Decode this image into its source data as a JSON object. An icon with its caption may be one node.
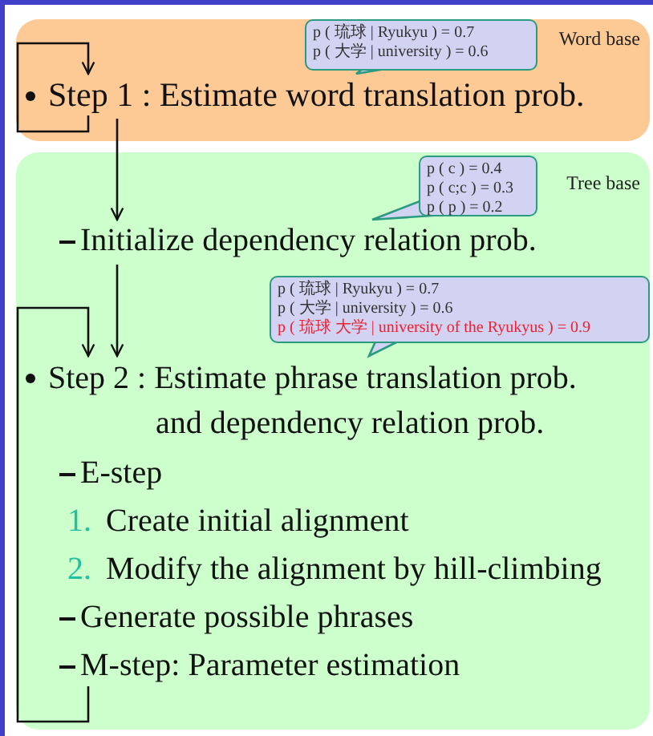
{
  "diagram": {
    "nodes": [
      {
        "text": [
          "Word base"
        ]
      },
      {
        "text": [
          "Step 1 : Estimate word translation prob."
        ],
        "in": 0
      },
      {
        "text": [
          "p ( 琉球 | Ryukyu ) = 0.7",
          "p ( 大学 | university ) = 0.6"
        ],
        "in": 0
      },
      {
        "text": [
          "Tree base"
        ]
      },
      {
        "text": [
          "Initialize dependency relation prob."
        ],
        "in": 3
      },
      {
        "text": [
          "p ( c ) = 0.4",
          "p ( c;c ) = 0.3",
          "p ( p ) = 0.2"
        ],
        "in": 3
      },
      {
        "text": [
          "p ( 琉球 | Ryukyu ) = 0.7",
          "p ( 大学 | university ) = 0.6",
          "p ( 琉球 大学 | university of the Ryukyus ) = 0.9"
        ],
        "in": 3
      },
      {
        "text": [
          "Step 2 : Estimate phrase translation prob. and dependency relation prob."
        ],
        "in": 3
      },
      {
        "text": [
          "E-step"
        ],
        "in": 3
      },
      {
        "text": [
          "1.",
          "Create initial alignment"
        ],
        "in": 3
      },
      {
        "text": [
          "2.",
          "Modify the alignment by hill-climbing"
        ],
        "in": 3
      },
      {
        "text": [
          "Generate possible phrases"
        ],
        "in": 3
      },
      {
        "text": [
          "M-step: Parameter estimation"
        ],
        "in": 3
      }
    ],
    "edges": [
      {
        "from": 1,
        "to": 1,
        "arrow": "to"
      },
      {
        "from": 1,
        "to": 4,
        "arrow": "to"
      },
      {
        "from": 4,
        "to": 7,
        "arrow": "to"
      },
      {
        "from": 12,
        "to": 7,
        "arrow": "to"
      },
      {
        "from": 2,
        "to": 1,
        "arrow": "none"
      },
      {
        "from": 5,
        "to": 4,
        "arrow": "none"
      },
      {
        "from": 6,
        "to": 7,
        "arrow": "none"
      }
    ]
  }
}
